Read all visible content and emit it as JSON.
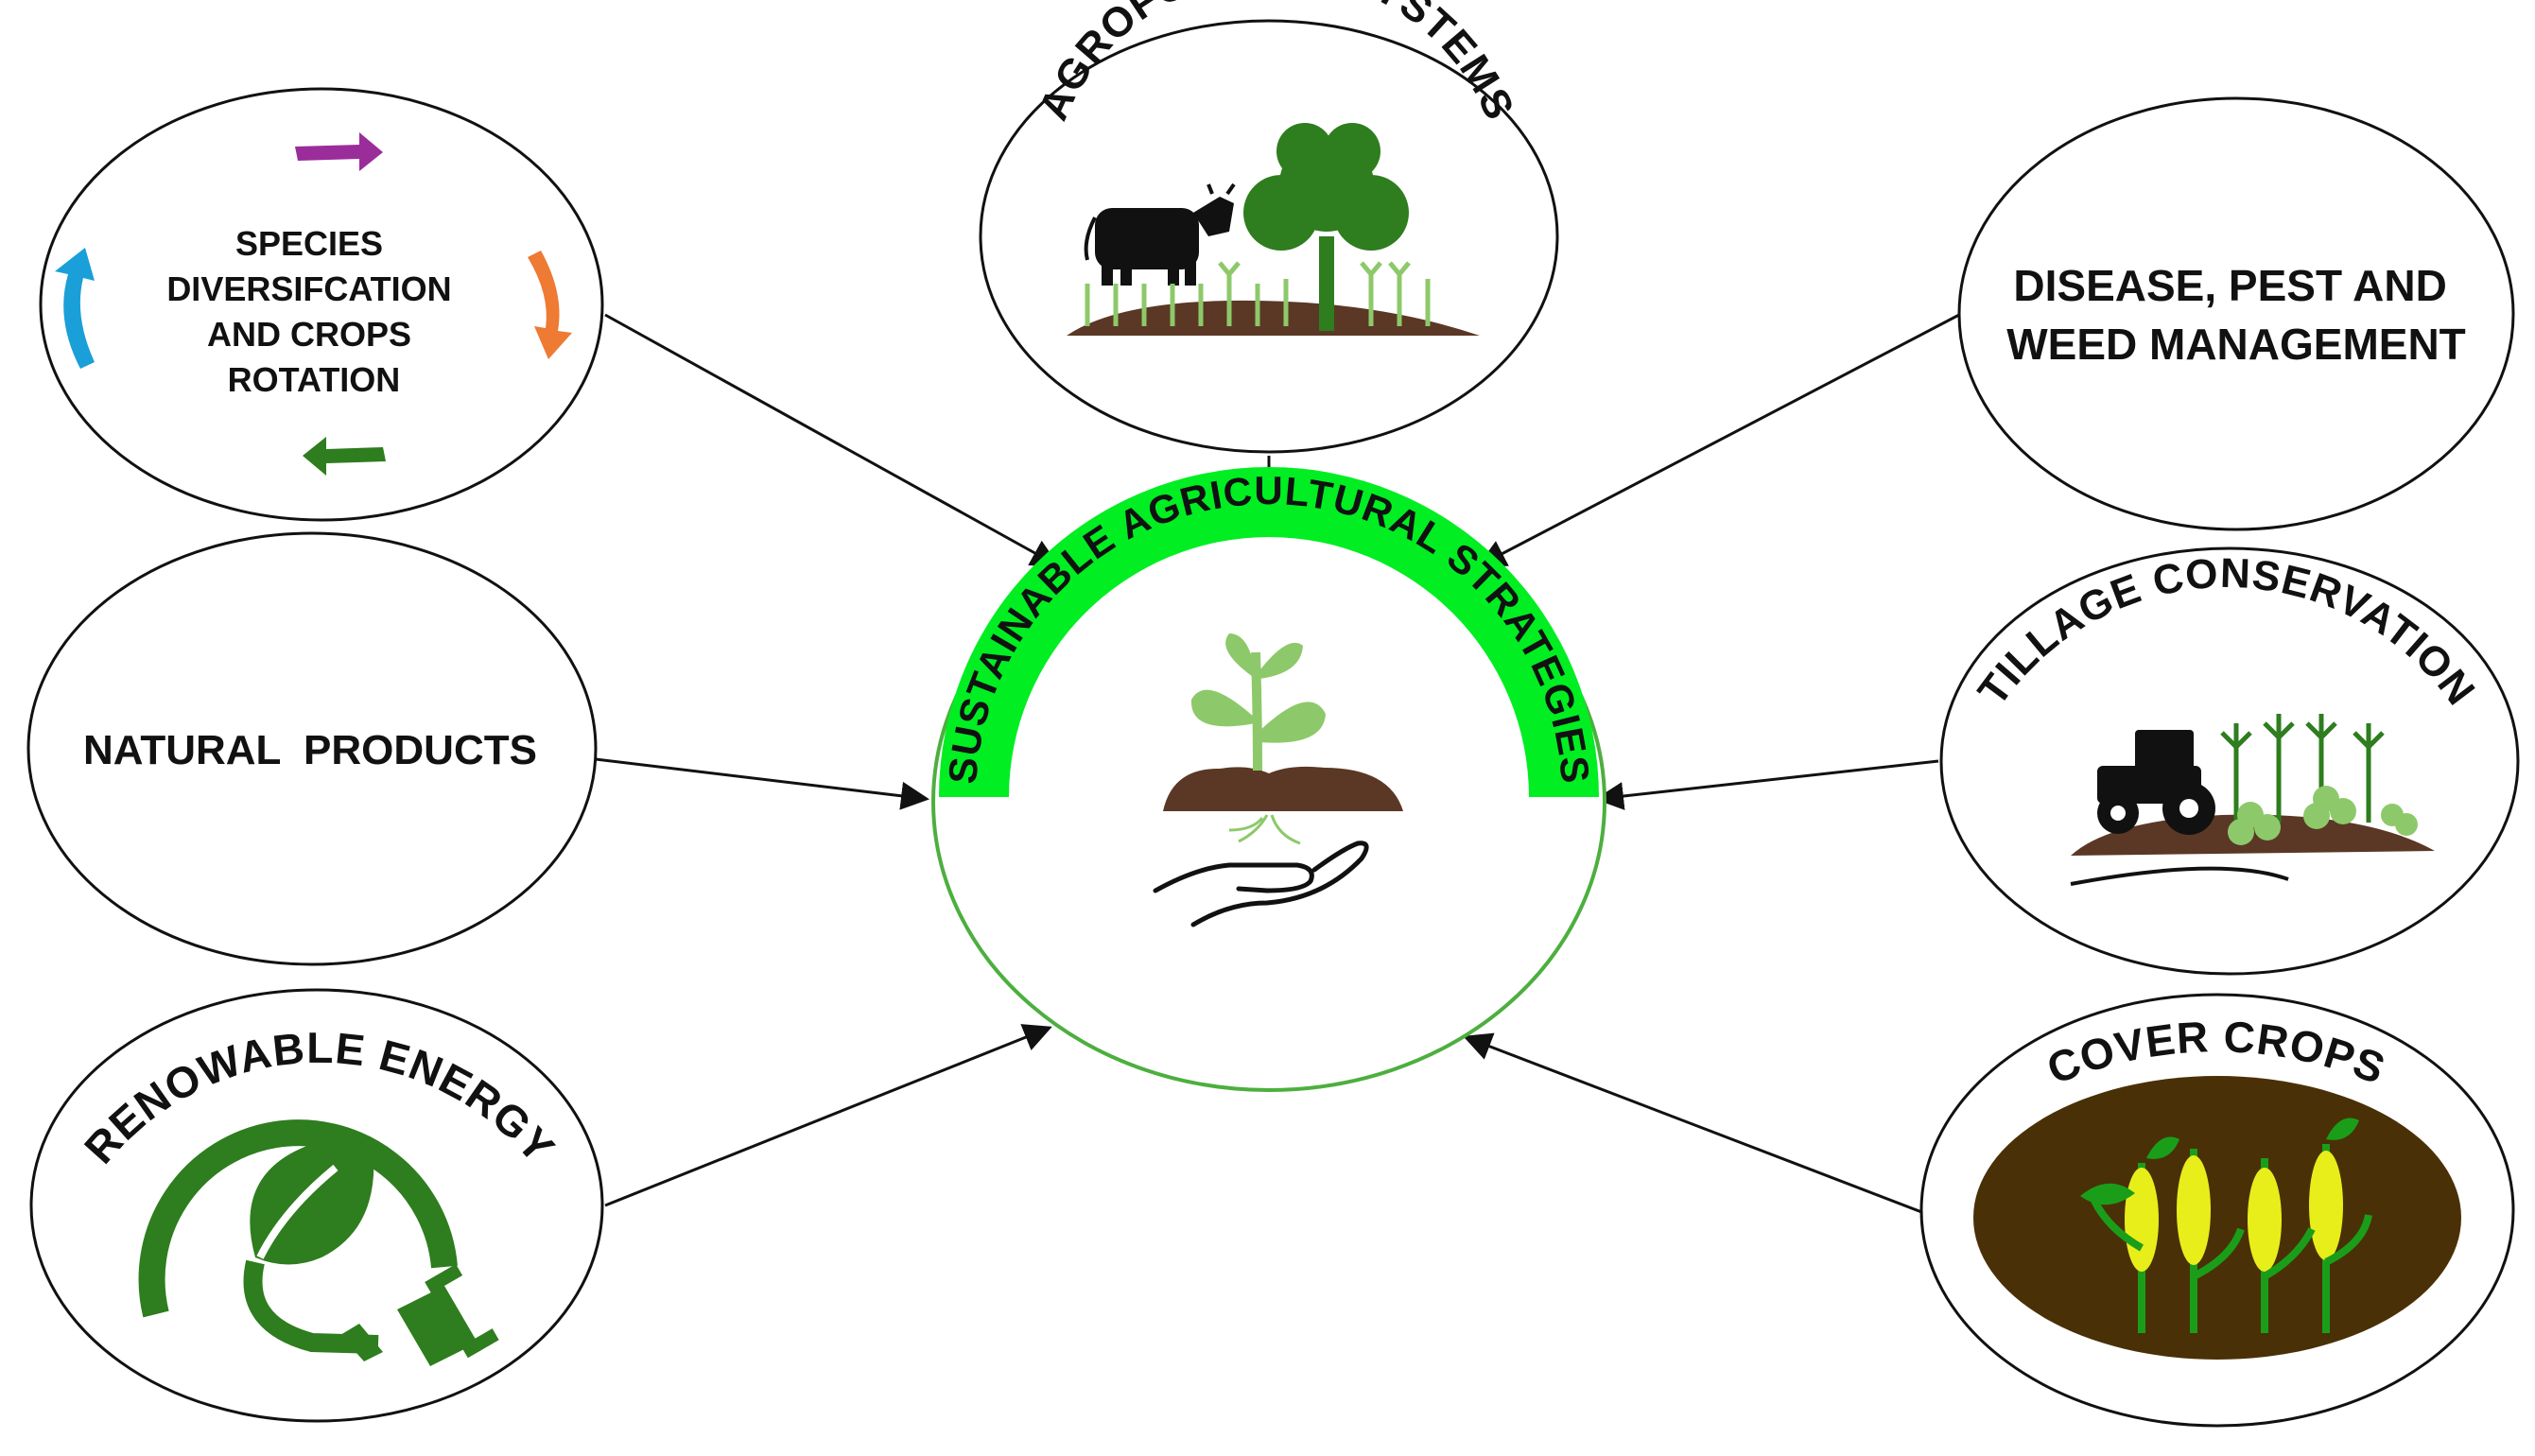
{
  "center": {
    "title": "SUSTAINABLE AGRICULTURAL STRATEGIES"
  },
  "nodes": {
    "species_diversification": {
      "lines": [
        "SPECIES",
        "DIVERSIFCATION",
        "AND CROPS",
        "ROTATION"
      ]
    },
    "agroforestry": {
      "title": "AGROFORESTY SYSTEMS"
    },
    "disease_pest_weed": {
      "lines": [
        "DISEASE, PEST AND",
        "WEED MANAGEMENT"
      ]
    },
    "natural_products": {
      "title": "NATURAL  PRODUCTS"
    },
    "tillage": {
      "title": "TILLAGE CONSERVATION"
    },
    "renewable_energy": {
      "title": "RENOWABLE ENERGY"
    },
    "cover_crops": {
      "title": "COVER CROPS"
    }
  },
  "colors": {
    "accent_green": "#00ee22",
    "dark_green": "#2e7d1e",
    "leaf_green": "#8dc96a",
    "soil_brown": "#5a3825",
    "cover_soil": "#4a3006",
    "arrow_purple": "#9b2d9b",
    "arrow_orange": "#ee7a33",
    "arrow_blue": "#1a9fd8",
    "arrow_green": "#2e7d1e"
  },
  "icons": [
    "cow-icon",
    "tree-icon",
    "wheat-icon",
    "plant-seedling-icon",
    "hand-icon",
    "tractor-icon",
    "clover-icon",
    "leaf-icon",
    "plug-icon",
    "cycle-arrow-icon"
  ]
}
